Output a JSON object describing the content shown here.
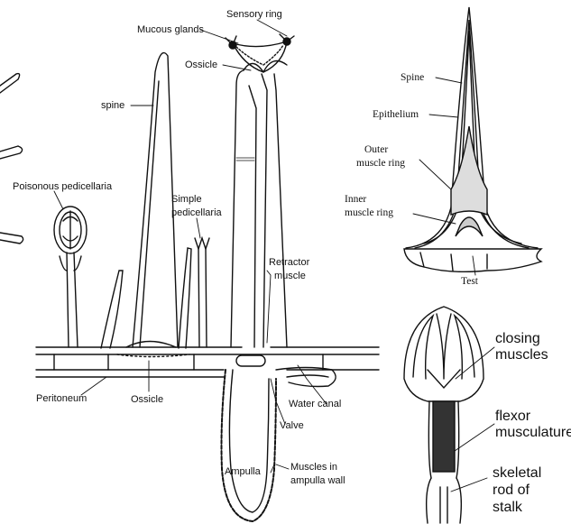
{
  "diagram": {
    "main_labels": {
      "sensory_ring": "Sensory ring",
      "mucous_glands": "Mucous glands",
      "ossicle_top": "Ossicle",
      "spine": "spine",
      "poisonous_pedicellaria": "Poisonous pedicellaria",
      "simple_pedicellaria_1": "Simple",
      "simple_pedicellaria_2": "pedicellaria",
      "retractor_1": "Retractor",
      "retractor_2": "muscle",
      "peritoneum": "Peritoneum",
      "ossicle_bottom": "Ossicle",
      "water_canal": "Water canal",
      "valve": "Valve",
      "ampulla": "Ampulla",
      "muscles_ampulla_1": "Muscles in",
      "muscles_ampulla_2": "ampulla wall"
    },
    "spine_labels": {
      "spine": "Spine",
      "epithelium": "Epithelium",
      "outer_1": "Outer",
      "outer_2": "muscle ring",
      "inner_1": "Inner",
      "inner_2": "muscle ring",
      "test": "Test"
    },
    "pedicellaria_labels": {
      "closing_1": "closing",
      "closing_2": "muscles",
      "flexor_1": "flexor",
      "flexor_2": "musculature",
      "skeletal_1": "skeletal",
      "skeletal_2": "rod of",
      "skeletal_3": "stalk"
    }
  }
}
